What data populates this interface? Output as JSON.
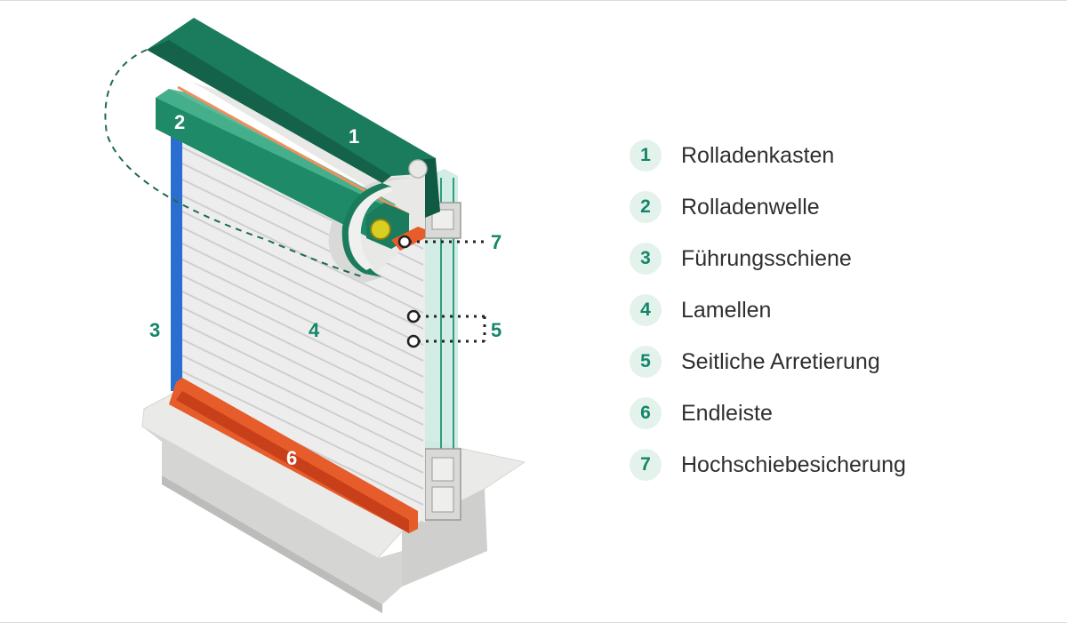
{
  "colors": {
    "accent": "#14866a",
    "box": "#1a7c5d",
    "box_dark": "#105a44",
    "rail": "#2a6fd0",
    "bar": "#e65c2a",
    "slats": "#ececec",
    "sill": "#e5e5e3"
  },
  "callouts": {
    "c1": "1",
    "c2": "2",
    "c3": "3",
    "c4": "4",
    "c5": "5",
    "c6": "6",
    "c7": "7"
  },
  "legend": [
    {
      "num": "1",
      "label": "Rolladenkasten"
    },
    {
      "num": "2",
      "label": "Rolladenwelle"
    },
    {
      "num": "3",
      "label": "Führungsschiene"
    },
    {
      "num": "4",
      "label": "Lamellen"
    },
    {
      "num": "5",
      "label": "Seitliche Arretierung"
    },
    {
      "num": "6",
      "label": "Endleiste"
    },
    {
      "num": "7",
      "label": "Hochschiebesicherung"
    }
  ]
}
